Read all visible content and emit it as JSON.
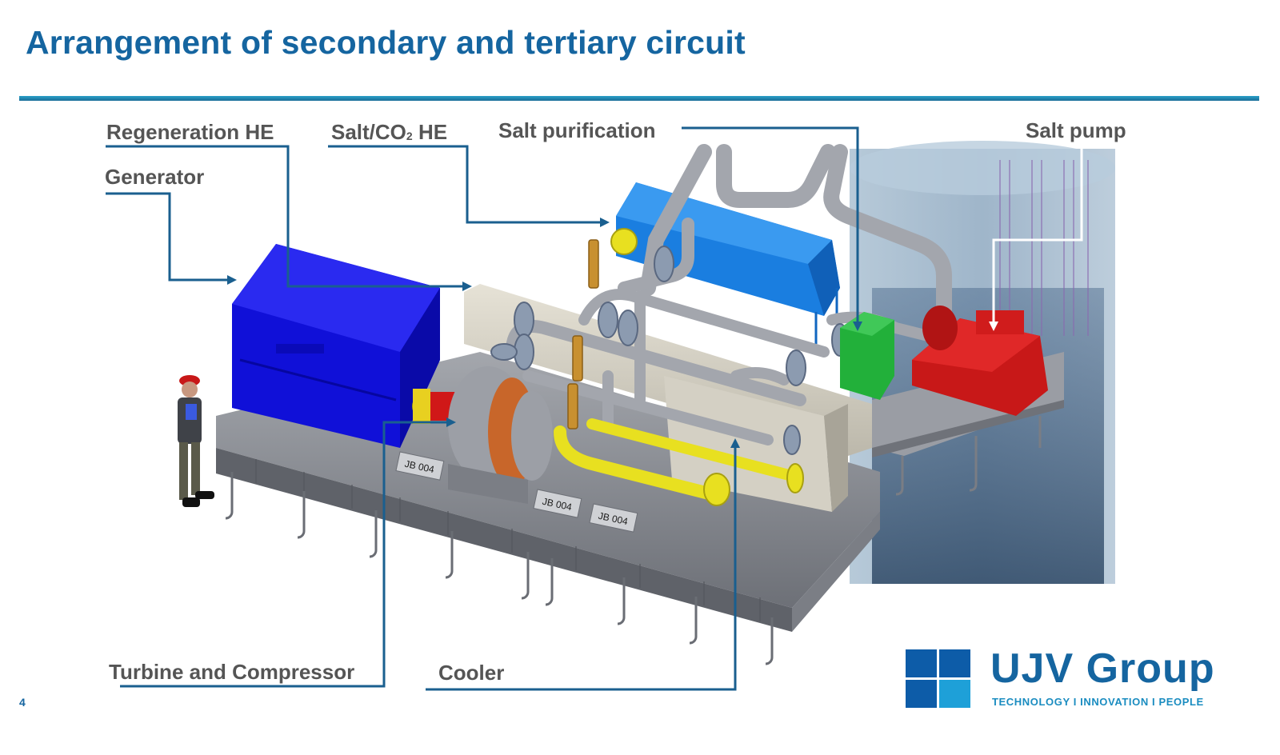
{
  "slide": {
    "title": "Arrangement of secondary and tertiary circuit",
    "page_number": "4"
  },
  "callouts": {
    "regeneration_he": "Regeneration HE",
    "salt_co2_he_prefix": "Salt/CO",
    "salt_co2_he_subscript": "2",
    "salt_co2_he_suffix": " HE",
    "salt_purification": "Salt purification",
    "salt_pump": "Salt pump",
    "generator": "Generator",
    "turbine_and_compressor": "Turbine and Compressor",
    "cooler": "Cooler"
  },
  "equipment_tags": [
    "JB 004",
    "JB 004",
    "JB 004"
  ],
  "logo": {
    "name": "UJV Group",
    "tagline": "TECHNOLOGY  I  INNOVATION  I  PEOPLE"
  },
  "colors": {
    "title": "#1565a0",
    "callout_text": "#555555",
    "leader_line": "#1a5f8f",
    "generator": "#1010d8",
    "salt_co2_he": "#1a7ee0",
    "salt_purification": "#22b03a",
    "salt_pump": "#c81818",
    "piping": "#a3a6ad",
    "frame": "#8c8f96",
    "cooler_pipe": "#e8e020",
    "logo_dark": "#0d5ca8",
    "logo_light": "#1ea0d8"
  }
}
